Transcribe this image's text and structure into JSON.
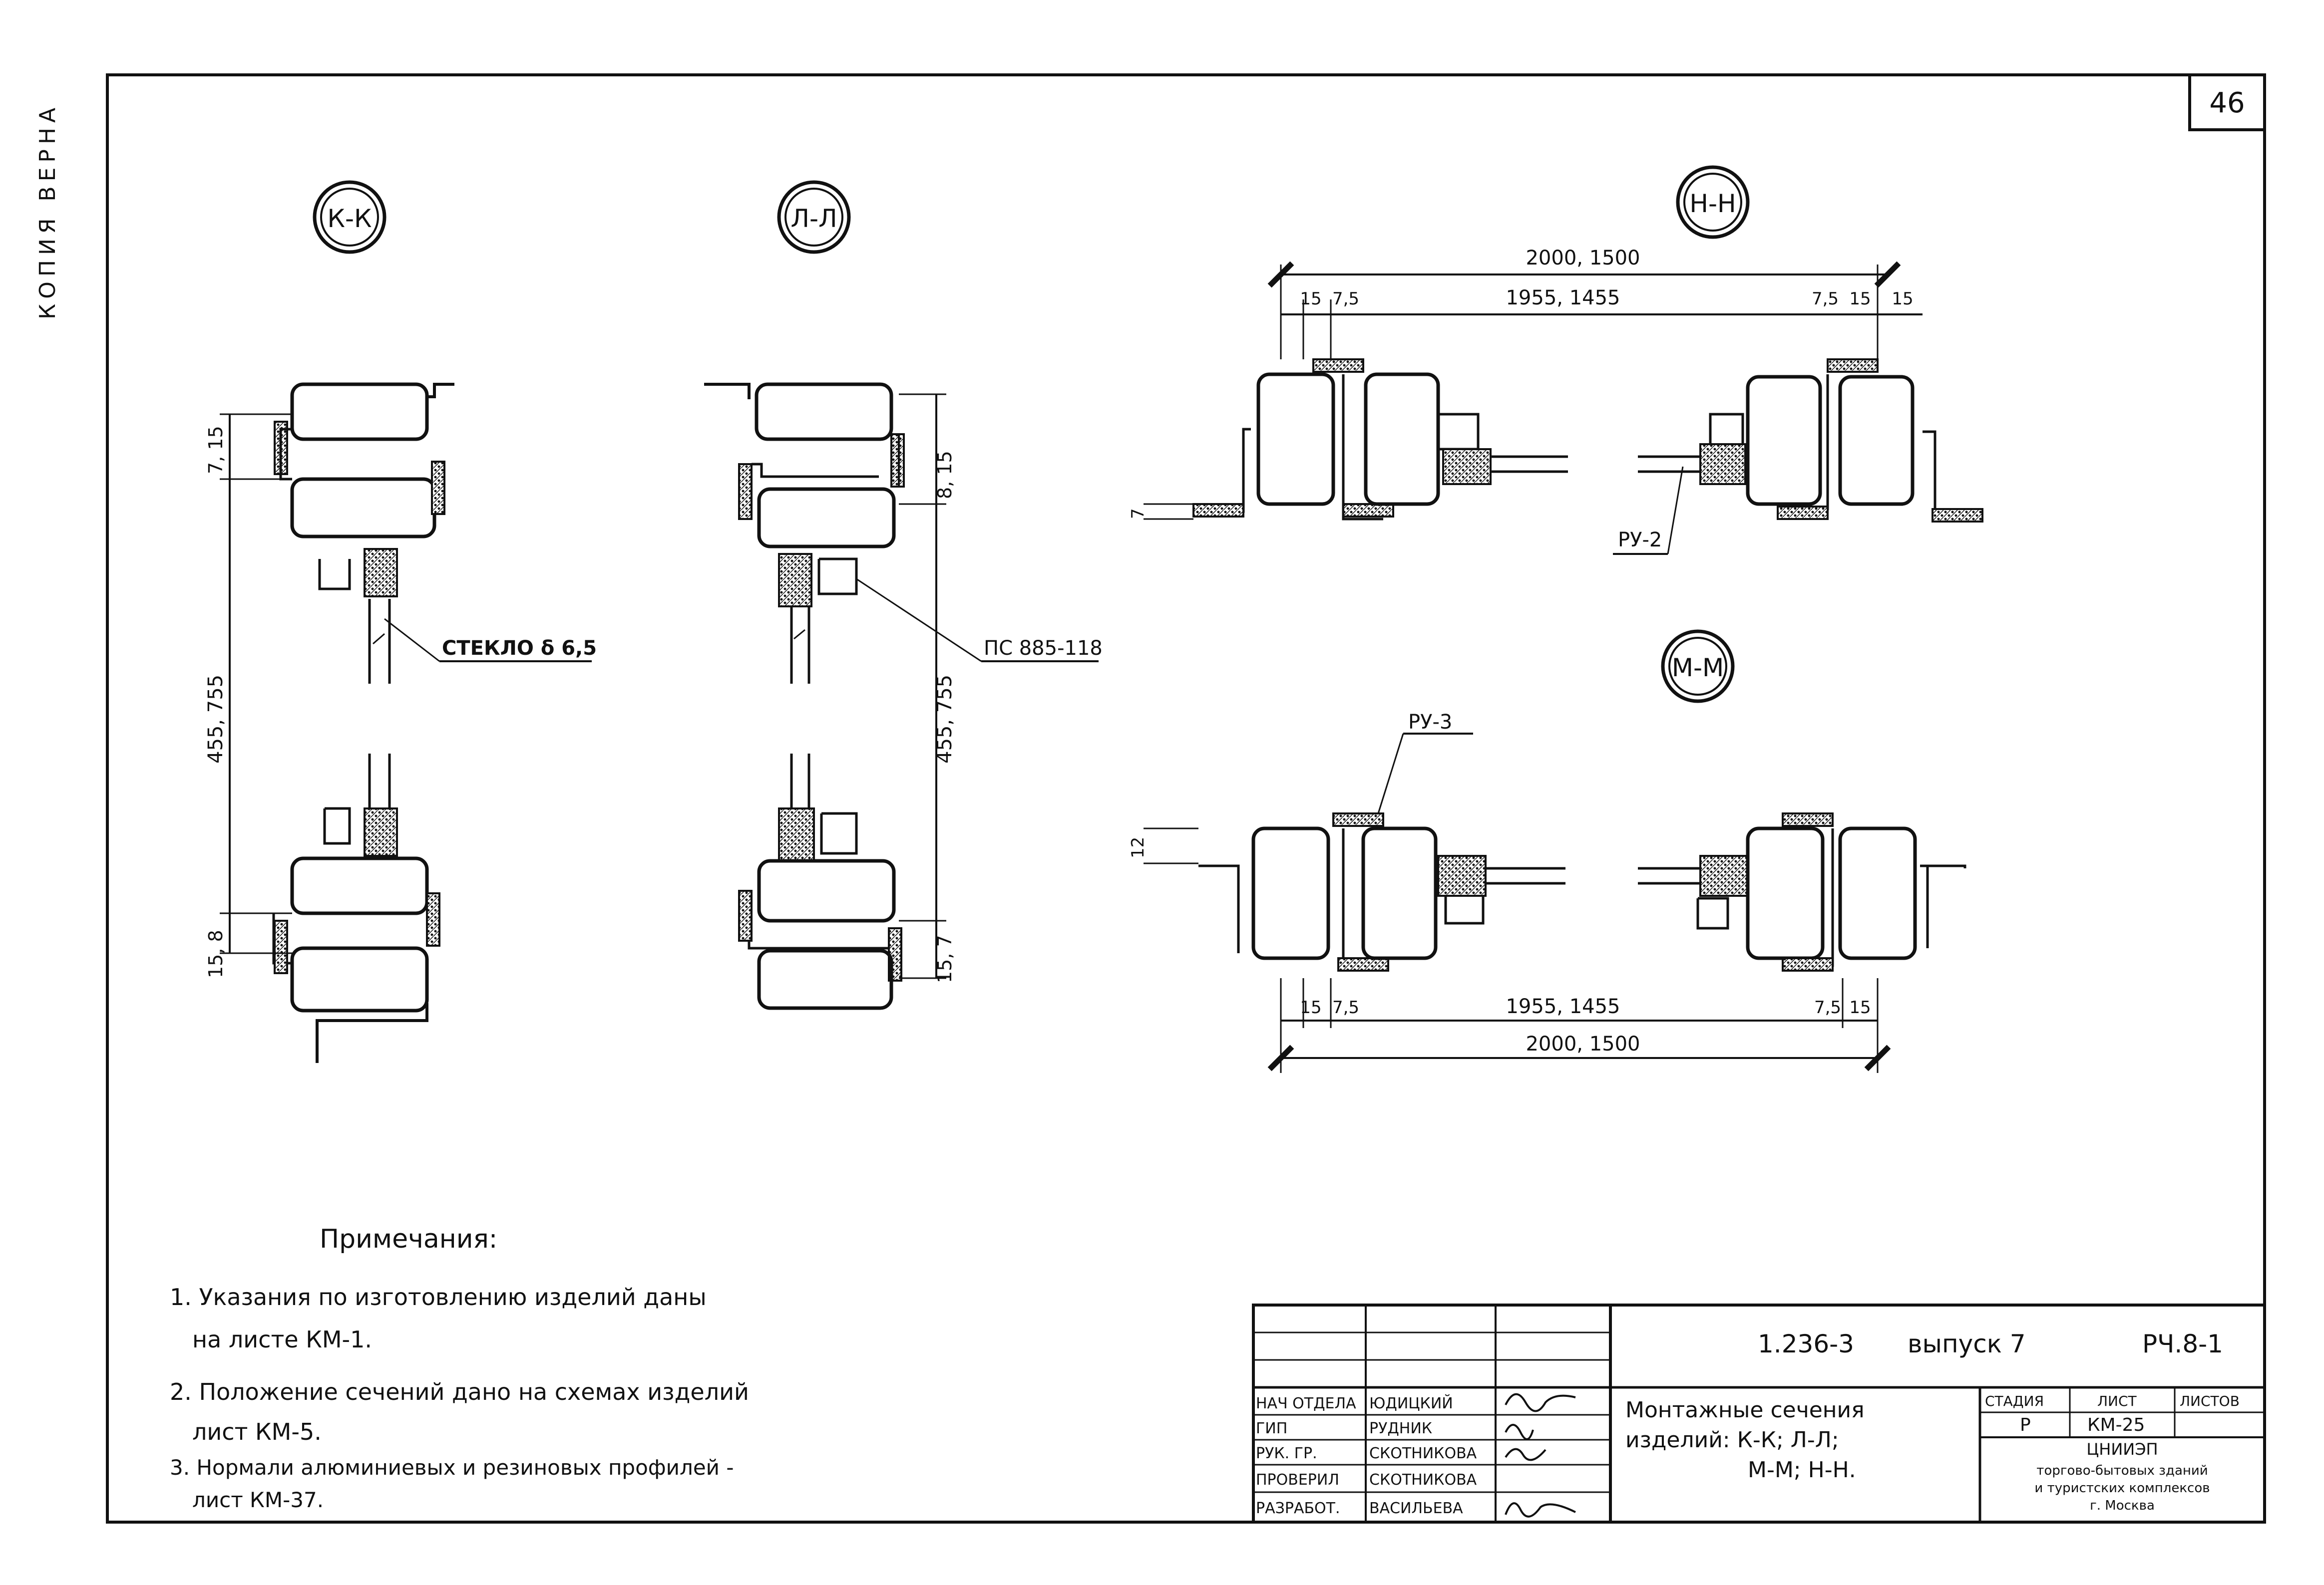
{
  "stamp_vertical": "КОПИЯ ВЕРНА",
  "sheet_number": "46",
  "sections": {
    "kk": {
      "label": "К-К",
      "dim_vertical": "455, 755",
      "dim_top": "7, 15",
      "dim_bottom": "15, 8",
      "callout": "СТЕКЛО δ 6,5"
    },
    "ll": {
      "label": "Л-Л",
      "dim_vertical": "455, 755",
      "dim_top": "8, 15",
      "dim_bottom": "15, 7",
      "callout": "ПС 885-118"
    },
    "nn": {
      "label": "Н-Н",
      "dim_total": "2000, 1500",
      "dim_inner": "1955, 1455",
      "dim_left_a": "15",
      "dim_left_b": "7,5",
      "dim_right_a": "7,5",
      "dim_right_b": "15",
      "dim_right_c": "15",
      "dim_side": "7",
      "callout": "РУ-2"
    },
    "mm": {
      "label": "М-М",
      "dim_total": "2000, 1500",
      "dim_inner": "1955, 1455",
      "dim_left_a": "15",
      "dim_left_b": "7,5",
      "dim_right_a": "7,5",
      "dim_right_b": "15",
      "dim_side": "12",
      "callout": "РУ-3"
    }
  },
  "notes": {
    "title": "Примечания:",
    "items": [
      {
        "line1": "1. Указания по изготовлению изделий даны",
        "line2": "на листе КМ-1."
      },
      {
        "line1": "2. Положение сечений дано на схемах изделий",
        "line2": "лист КМ-5."
      },
      {
        "line1": "3. Нормали алюминиевых и резиновых профилей -",
        "line2": "лист КМ-37."
      }
    ]
  },
  "title_block": {
    "code": "1.236-3",
    "issue": "выпуск 7",
    "ref": "РЧ.8-1",
    "staff": [
      {
        "role": "НАЧ ОТДЕЛА",
        "name": "ЮДИЦКИЙ"
      },
      {
        "role": "ГИП",
        "name": "РУДНИК"
      },
      {
        "role": "РУК. ГР.",
        "name": "СКОТНИКОВА"
      },
      {
        "role": "ПРОВЕРИЛ",
        "name": "СКОТНИКОВА"
      },
      {
        "role": "РАЗРАБОТ.",
        "name": "ВАСИЛЬЕВА"
      }
    ],
    "doc_title_1": "Монтажные сечения",
    "doc_title_2": "изделий: К-К; Л-Л;",
    "doc_title_3": "М-М; Н-Н.",
    "stage_header": "СТАДИЯ",
    "sheet_header": "ЛИСТ",
    "sheets_header": "ЛИСТОВ",
    "stage": "Р",
    "sheet": "КМ-25",
    "org_1": "ЦНИИЭП",
    "org_2": "торгово-бытовых зданий",
    "org_3": "и туристских комплексов",
    "org_4": "г. Москва"
  }
}
